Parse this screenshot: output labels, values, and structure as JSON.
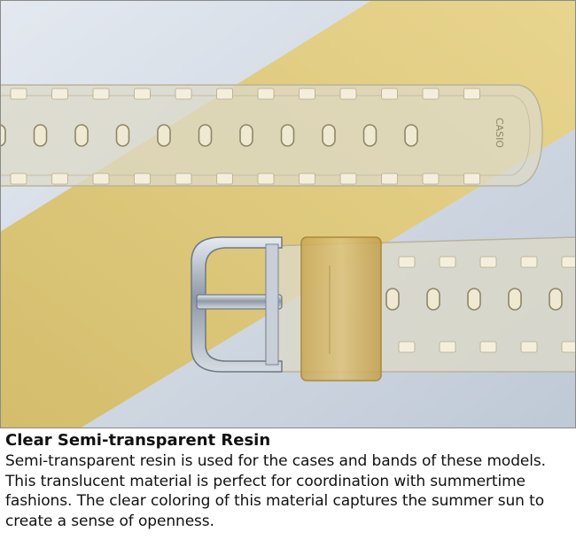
{
  "photo": {
    "subject": "clear semi-transparent resin watch band with steel buckle",
    "band_imprint": "CASIO",
    "colors": {
      "background_blue": "#c8d2df",
      "background_light": "#e7ecf3",
      "diagonal_yellow": "#dcc77c",
      "resin_clear": "#d8d7cc",
      "resin_amber": "#d6b86a",
      "buckle_steel": "#a9b3bf",
      "frame": "#8a8a8a"
    }
  },
  "caption": {
    "title": "Clear Semi-transparent Resin",
    "body": "Semi-transparent resin is used for the cases and bands of these models. This translucent material is perfect for coordination with summertime fashions. The clear coloring of this material captures the summer sun to create a sense of openness."
  }
}
